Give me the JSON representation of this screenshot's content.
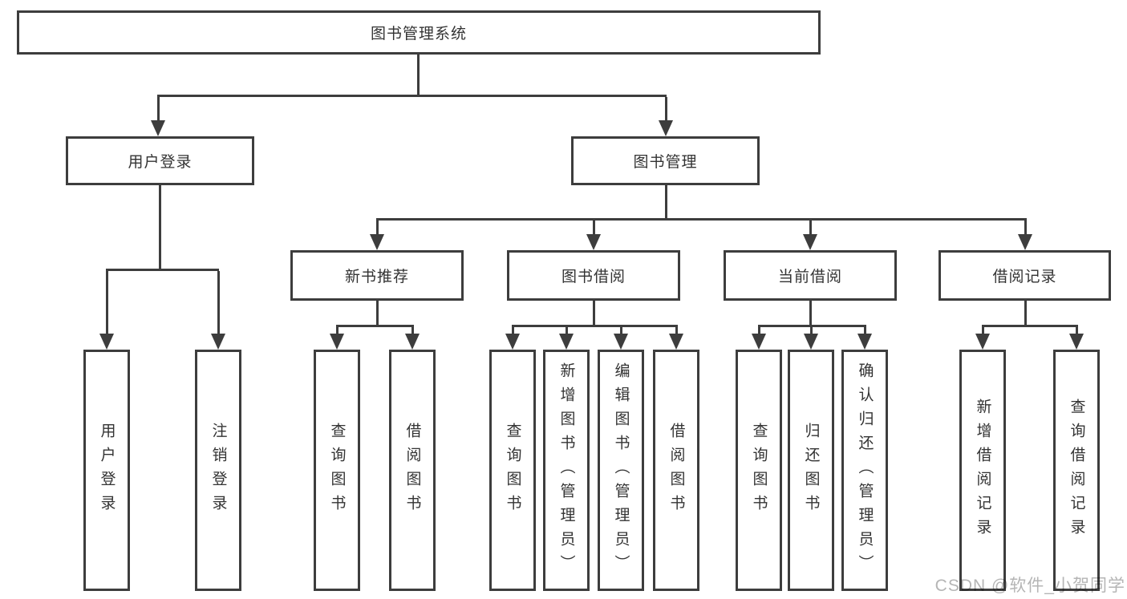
{
  "title": {
    "label": "图书管理系统"
  },
  "level2": {
    "user_login": {
      "label": "用户登录"
    },
    "book_management": {
      "label": "图书管理"
    }
  },
  "level3": {
    "new_book_recommend": {
      "label": "新书推荐"
    },
    "book_borrow": {
      "label": "图书借阅"
    },
    "current_borrow": {
      "label": "当前借阅"
    },
    "borrow_records": {
      "label": "借阅记录"
    }
  },
  "leaves": {
    "user_login": {
      "label": "用户登录"
    },
    "logout": {
      "label": "注销登录"
    },
    "recommend_query_books": {
      "label": "查询图书"
    },
    "recommend_borrow_books": {
      "label": "借阅图书"
    },
    "borrow_query_books": {
      "label": "查询图书"
    },
    "borrow_add_books_admin": {
      "label": "新增图书（管理员）"
    },
    "borrow_edit_books_admin": {
      "label": "编辑图书（管理员）"
    },
    "borrow_borrow_books": {
      "label": "借阅图书"
    },
    "current_query_books": {
      "label": "查询图书"
    },
    "current_return_books": {
      "label": "归还图书"
    },
    "current_confirm_return_admin": {
      "label": "确认归还（管理员）"
    },
    "records_add_record": {
      "label": "新增借阅记录"
    },
    "records_query_record": {
      "label": "查询借阅记录"
    }
  },
  "watermark": {
    "text": "CSDN @软件_小贺同学"
  },
  "colors": {
    "line": "#3d3d3d",
    "text": "#333333",
    "watermark": "#b5b5b5",
    "background": "#ffffff"
  }
}
